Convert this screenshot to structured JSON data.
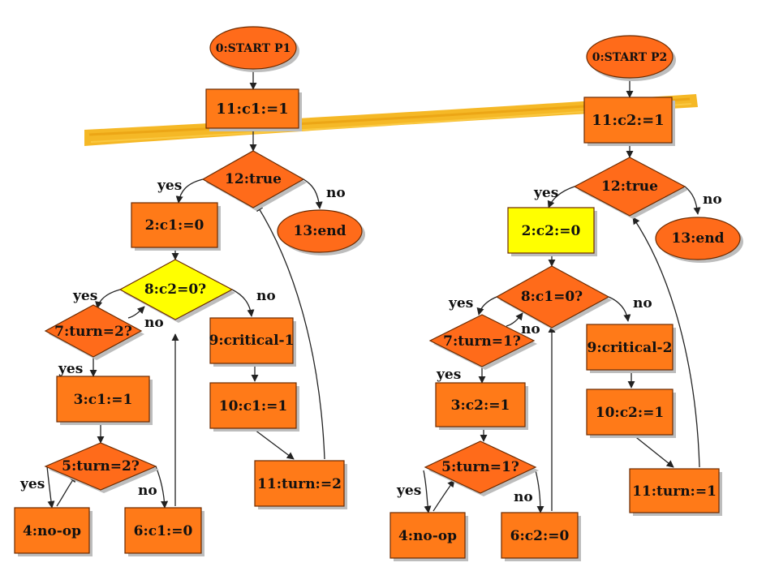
{
  "colors": {
    "node": "#ff6b1a",
    "diamond": "#ff6b1a",
    "process": "#ff7a18",
    "highlight": "#ffff00",
    "stroke": "#6a2a00",
    "brush": "#f4b41a",
    "edge": "#222222"
  },
  "p1": {
    "start": "0:START P1",
    "init": "11:c1:=1",
    "loop": "12:true",
    "end": "13:end",
    "set_c": "2:c1:=0",
    "test_c": "8:c2=0?",
    "test_turn": "7:turn=2?",
    "set_c_one": "3:c1:=1",
    "wait_turn": "5:turn=2?",
    "noop": "4:no-op",
    "reset_c": "6:c1:=0",
    "critical": "9:critical-1",
    "release_c": "10:c1:=1",
    "set_turn": "11:turn:=2",
    "labels": {
      "loop_yes": "yes",
      "loop_no": "no",
      "testc_yes": "yes",
      "testc_no": "no",
      "turn_no": "no",
      "turn_yes": "yes",
      "wait_yes": "yes",
      "wait_no": "no"
    }
  },
  "p2": {
    "start": "0:START P2",
    "init": "11:c2:=1",
    "loop": "12:true",
    "end": "13:end",
    "set_c": "2:c2:=0",
    "test_c": "8:c1=0?",
    "test_turn": "7:turn=1?",
    "set_c_one": "3:c2:=1",
    "wait_turn": "5:turn=1?",
    "noop": "4:no-op",
    "reset_c": "6:c2:=0",
    "critical": "9:critical-2",
    "release_c": "10:c2:=1",
    "set_turn": "11:turn:=1",
    "labels": {
      "loop_yes": "yes",
      "loop_no": "no",
      "testc_yes": "yes",
      "testc_no": "no",
      "turn_no": "no",
      "turn_yes": "yes",
      "wait_yes": "yes",
      "wait_no": "no"
    }
  }
}
